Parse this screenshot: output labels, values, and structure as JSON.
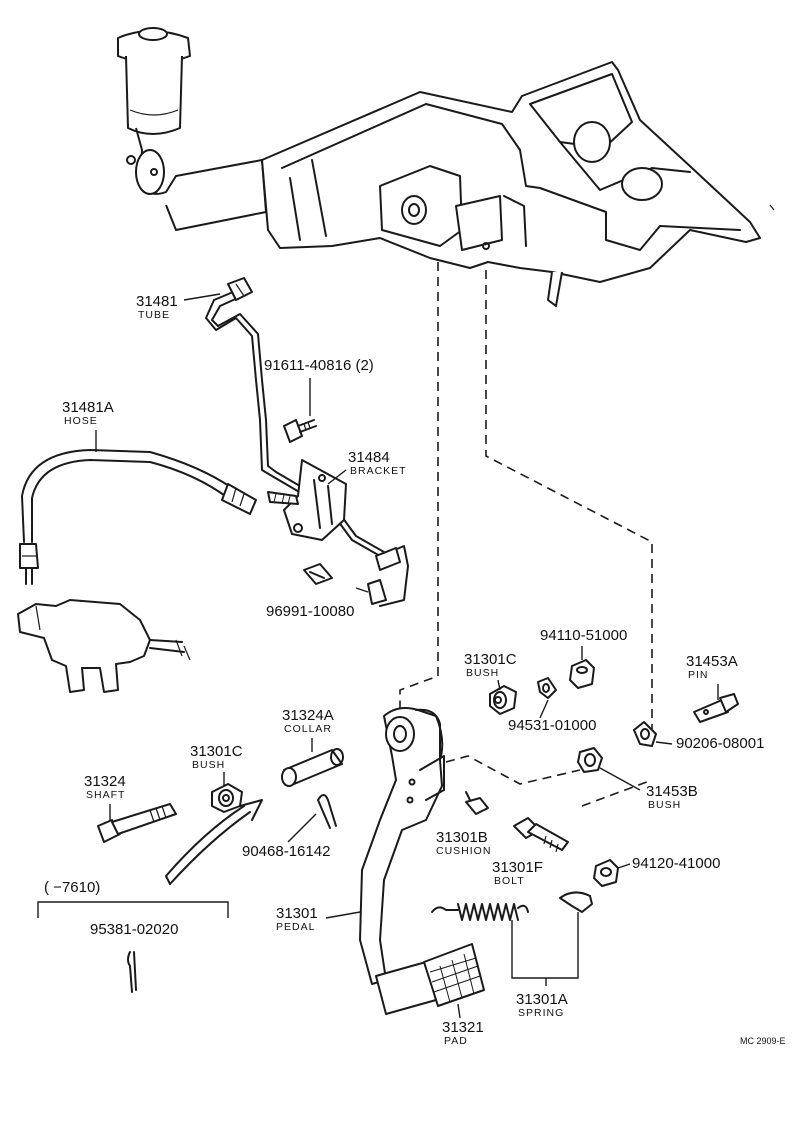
{
  "labels": {
    "tube_no": "31481",
    "tube_name": "TUBE",
    "bolt_91611": "91611-40816 (2)",
    "hose_no": "31481A",
    "hose_name": "HOSE",
    "bracket_no": "31484",
    "bracket_name": "BRACKET",
    "clip_96991": "96991-10080",
    "nut_94110": "94110-51000",
    "bush_c_no": "31301C",
    "bush_c_name": "BUSH",
    "washer_94531": "94531-01000",
    "pin_no": "31453A",
    "pin_name": "PIN",
    "collar_no": "31324A",
    "collar_name": "COLLAR",
    "bush_c2_no": "31301C",
    "bush_c2_name": "BUSH",
    "clip_90206": "90206-08001",
    "shaft_no": "31324",
    "shaft_name": "SHAFT",
    "bush_b_no": "31453B",
    "bush_b_name": "BUSH",
    "cushion_no": "31301B",
    "cushion_name": "CUSHION",
    "pin_90468": "90468-16142",
    "bolt_no": "31301F",
    "bolt_name": "BOLT",
    "nut_94120": "94120-41000",
    "range": "(       −7610)",
    "pin_95381": "95381-02020",
    "pedal_no": "31301",
    "pedal_name": "PEDAL",
    "spring_no": "31301A",
    "spring_name": "SPRING",
    "pad_no": "31321",
    "pad_name": "PAD",
    "figure_code": "MC 2909-E"
  }
}
